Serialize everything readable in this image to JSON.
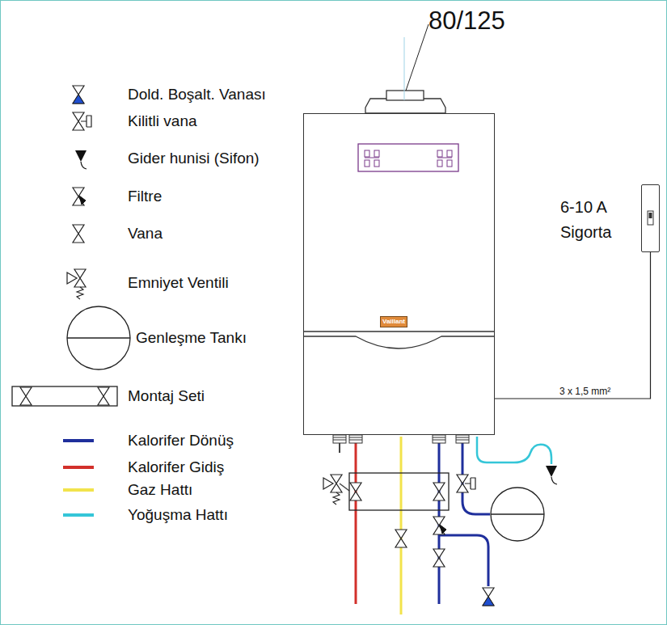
{
  "diagram": {
    "nodes": [
      {
        "text": [
          "Vaillant"
        ]
      },
      {
        "text": [
          "6-10 A Sigorta"
        ]
      }
    ],
    "edges": [
      {
        "from": 0,
        "to": 1,
        "arrow": "none",
        "label": "3 x 1,5 mm²"
      }
    ],
    "labels": [
      "80/125"
    ],
    "legend": [
      {
        "text": "Dold. Boşalt. Vanası"
      },
      {
        "text": "Kilitli vana"
      },
      {
        "text": "Gider hunisi (Sifon)"
      },
      {
        "text": "Filtre"
      },
      {
        "text": "Vana"
      },
      {
        "text": "Emniyet Ventili"
      },
      {
        "text": "Genleşme Tankı"
      },
      {
        "text": "Montaj Seti"
      },
      {
        "text": "Kalorifer Dönüş",
        "color": "#1f2f9c"
      },
      {
        "text": "Kalorifer Gidiş",
        "color": "#d2302b"
      },
      {
        "text": "Gaz Hattı",
        "color": "#f2e34c"
      },
      {
        "text": "Yoğuşma Hattı",
        "color": "#35c6d8"
      }
    ]
  }
}
